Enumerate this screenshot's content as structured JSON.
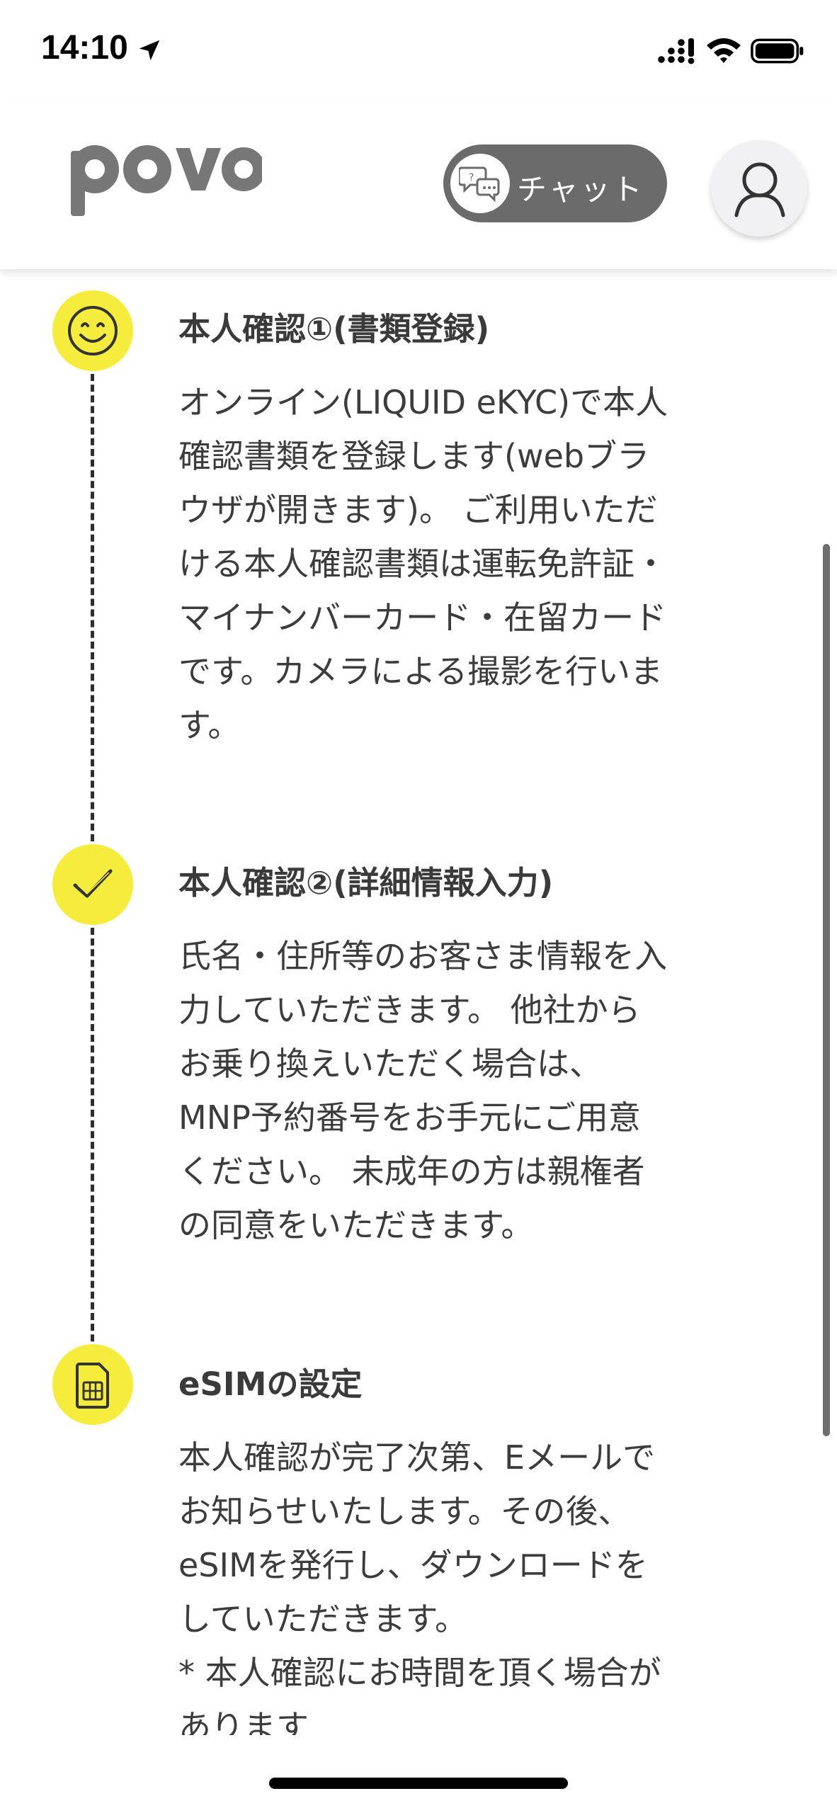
{
  "status_bar": {
    "time": "14:10"
  },
  "header": {
    "logo_text": "povo",
    "chat_label": "チャット"
  },
  "steps": [
    {
      "title": "本人確認①(書類登録)",
      "body": "オンライン(LIQUID eKYC)で本人\n確認書類を登録します(webブラ\nウザが開きます)。 ご利用いただ\nける本人確認書類は運転免許証・\nマイナンバーカード・在留カード\nです。カメラによる撮影を行いま\nす。",
      "icon": "smiley-icon"
    },
    {
      "title": "本人確認②(詳細情報入力)",
      "body": "氏名・住所等のお客さま情報を入\n力していただきます。 他社から\nお乗り換えいただく場合は、\nMNP予約番号をお手元にご用意\nください。 未成年の方は親権者\nの同意をいただきます。",
      "icon": "checkmark-icon"
    },
    {
      "title": "eSIMの設定",
      "body": "本人確認が完了次第、Eメールで\nお知らせいたします。その後、\neSIMを発行し、ダウンロードを\nしていただきます。\n* 本人確認にお時間を頂く場合が\nあります",
      "icon": "sim-card-icon"
    }
  ],
  "colors": {
    "accent_yellow": "#f6ec3d",
    "chat_button_bg": "#6b6b6b",
    "logo_gray": "#777777",
    "text": "#3c3c3c"
  }
}
